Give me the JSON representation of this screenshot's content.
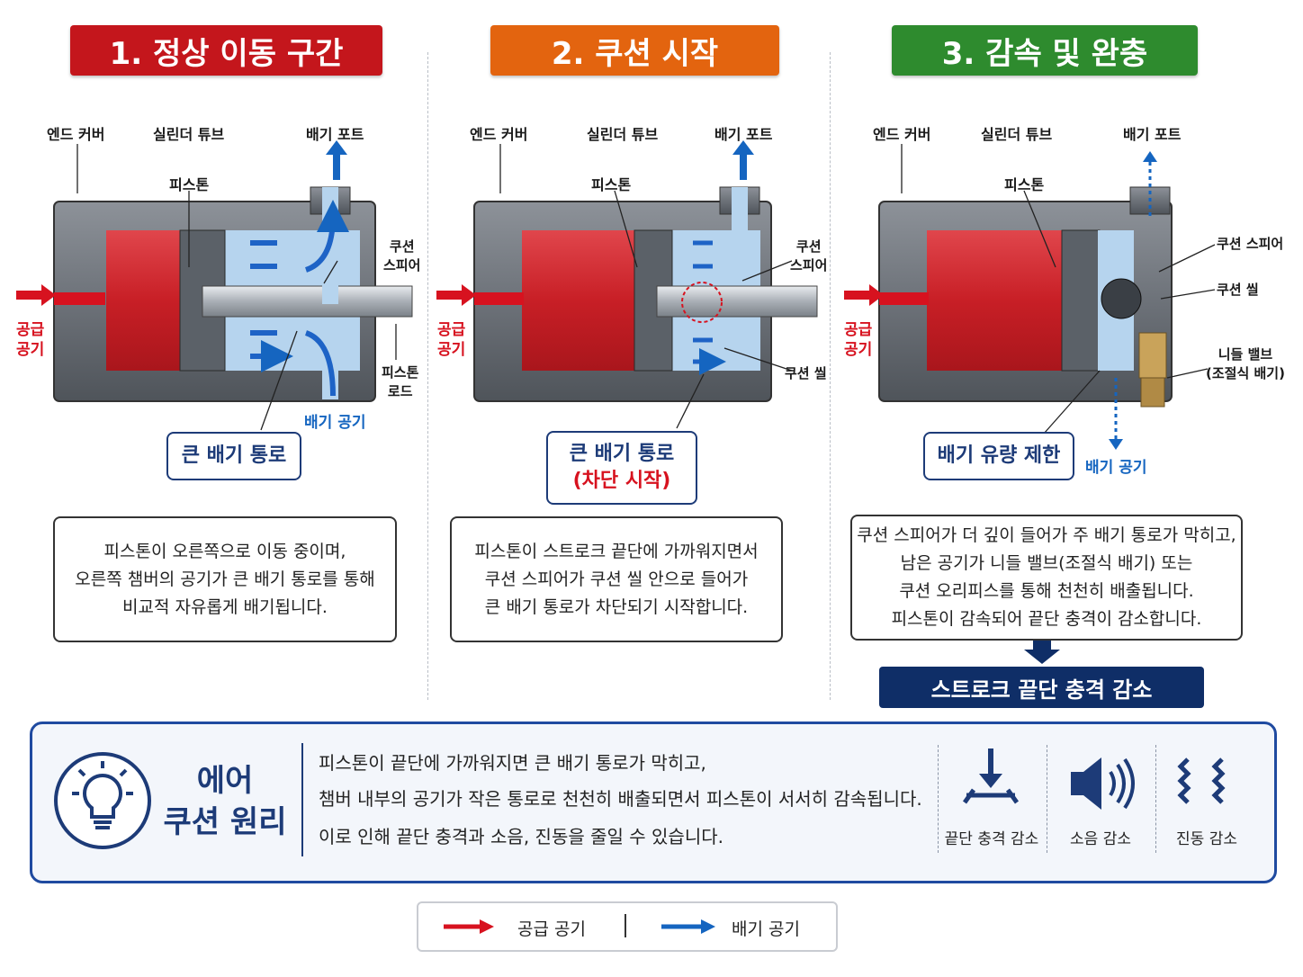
{
  "stages": [
    {
      "title": "1. 정상 이동 구간",
      "color": "#c4161c",
      "callout": [
        "큰 배기 통로"
      ],
      "description": [
        "피스톤이 오른쪽으로 이동 중이며,",
        "오른쪽 챔버의 공기가 큰 배기 통로를 통해",
        "비교적 자유롭게 배기됩니다."
      ]
    },
    {
      "title": "2. 쿠션 시작",
      "color": "#e3640f",
      "callout": [
        "큰 배기 통로",
        "(차단 시작)"
      ],
      "description": [
        "피스톤이 스트로크 끝단에 가까워지면서",
        "쿠션 스피어가 쿠션 씰 안으로 들어가",
        "큰 배기 통로가 차단되기 시작합니다."
      ]
    },
    {
      "title": "3. 감속 및 완충",
      "color": "#2e8b2e",
      "callout": [
        "배기 유량 제한"
      ],
      "description": [
        "쿠션 스피어가 더 깊이 들어가 주 배기 통로가 막히고,",
        "남은 공기가 니들 밸브(조절식 배기) 또는",
        "쿠션 오리피스를 통해 천천히 배출됩니다.",
        "피스톤이 감속되어 끝단 충격이 감소합니다."
      ]
    }
  ],
  "labels": {
    "end_cover": "엔드 커버",
    "cylinder_tube": "실린더 튜브",
    "exhaust_port": "배기 포트",
    "piston": "피스톤",
    "cushion_spear_2line": [
      "쿠션",
      "스피어"
    ],
    "cushion_spear": "쿠션 스피어",
    "piston_rod": [
      "피스톤",
      "로드"
    ],
    "supply_air": [
      "공급",
      "공기"
    ],
    "exhaust_air": "배기 공기",
    "cushion_seal": "쿠션 씰",
    "needle_valve": [
      "니들 밸브",
      "(조절식 배기)"
    ]
  },
  "result": "스트로크 끝단 충격 감소",
  "principle": {
    "title": [
      "에어",
      "쿠션 원리"
    ],
    "lines": [
      "피스톤이 끝단에 가까워지면 큰 배기 통로가 막히고,",
      "챔버 내부의 공기가 작은 통로로 천천히 배출되면서 피스톤이 서서히 감속됩니다.",
      "이로 인해 끝단 충격과 소음, 진동을 줄일 수 있습니다."
    ],
    "effects": [
      {
        "label": "끝단 충격 감소",
        "icon": "impact-reduction-icon"
      },
      {
        "label": "소음 감소",
        "icon": "speaker-icon"
      },
      {
        "label": "진동 감소",
        "icon": "vibration-icon"
      }
    ]
  },
  "legend": {
    "supply": "공급 공기",
    "exhaust": "배기 공기",
    "supply_color": "#d7121f",
    "exhaust_color": "#1565c0"
  }
}
